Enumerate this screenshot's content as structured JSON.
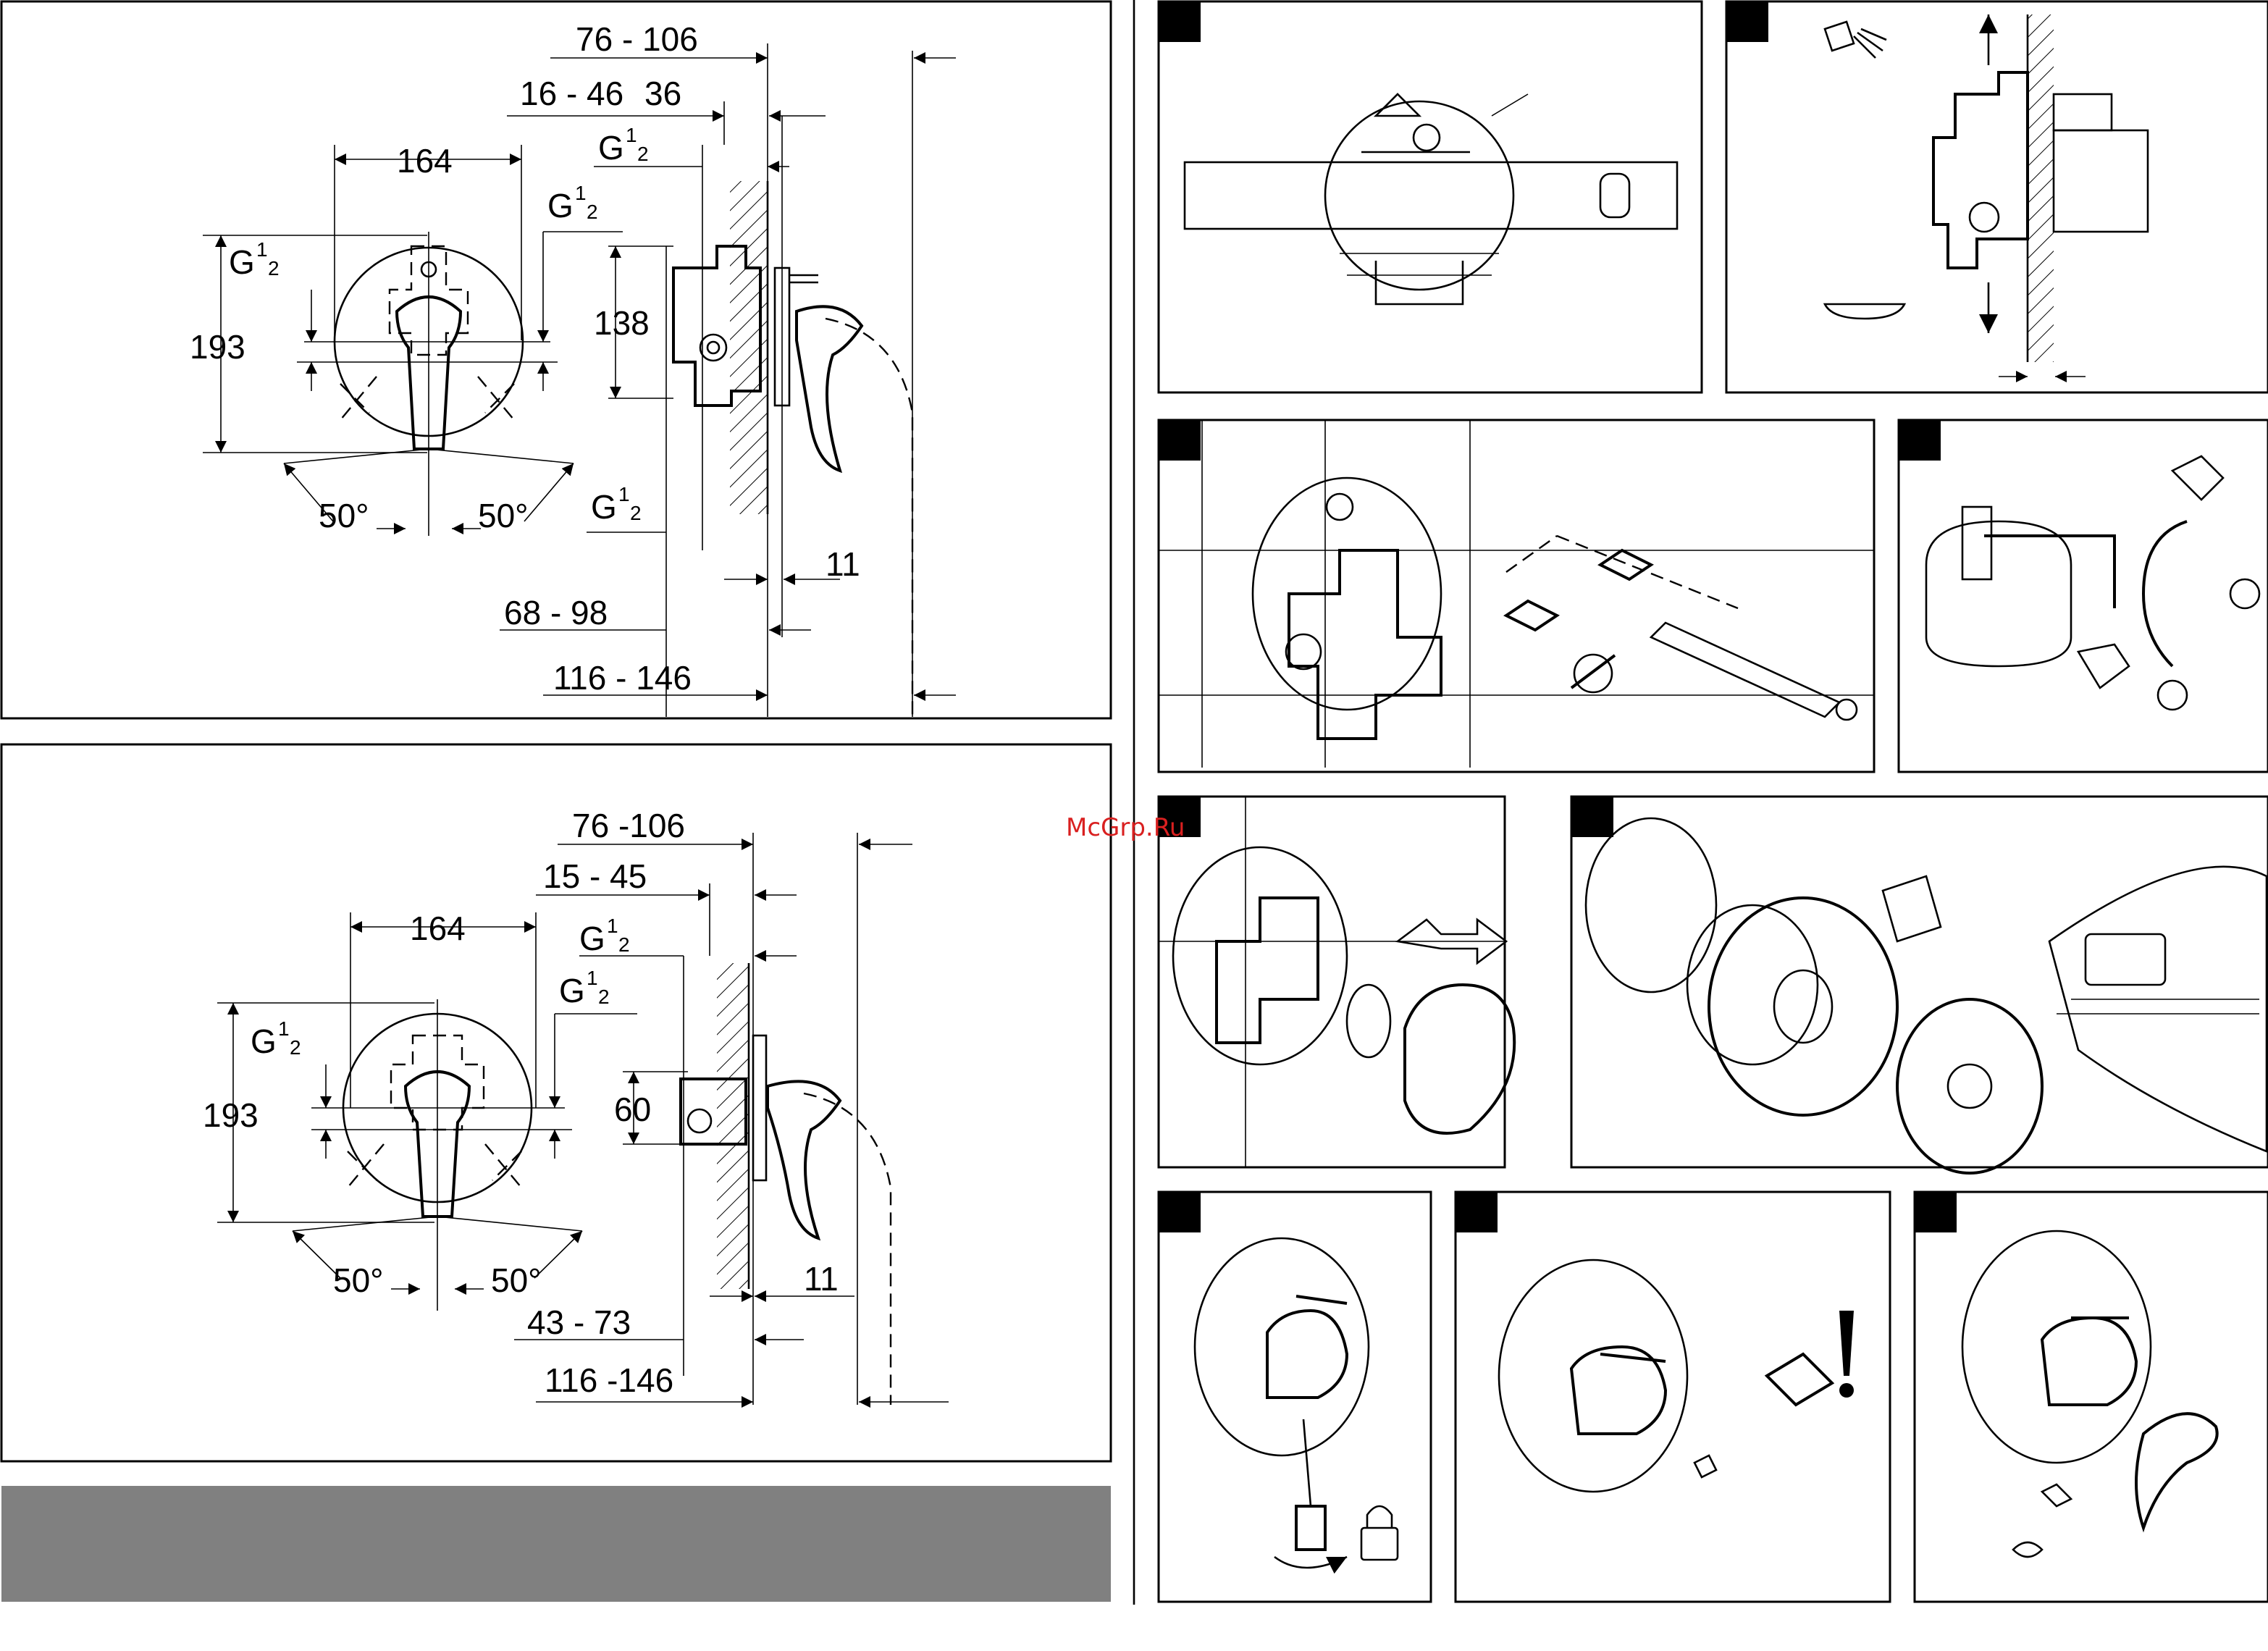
{
  "watermark": "McGrp.Ru",
  "colors": {
    "line": "#000000",
    "background": "#ffffff",
    "grey_band": "#808080",
    "watermark": "#d92020"
  },
  "top_drawing": {
    "dims": {
      "d76_106": "76 - 106",
      "d16_46": "16 - 46",
      "d36": "36",
      "g_half_1": "G",
      "d164": "164",
      "g_half_2": "G",
      "g_half_3": "G",
      "d193": "193",
      "d138": "138",
      "g_half_4": "G",
      "d50_left": "50°",
      "d50_right": "50°",
      "d11": "11",
      "d68_98": "68 - 98",
      "d116_146": "116 - 146"
    }
  },
  "bottom_drawing": {
    "dims": {
      "d76_106": "76 -106",
      "d15_45": "15 - 45",
      "g_half_1": "G",
      "d164": "164",
      "g_half_2": "G",
      "g_half_3": "G",
      "d193": "193",
      "d60": "60",
      "d50_left": "50°",
      "d50_right": "50°",
      "d11": "11",
      "d43_73": "43 - 73",
      "d116_146": "116 -146"
    }
  },
  "fraction": {
    "num": "1",
    "den": "2"
  }
}
